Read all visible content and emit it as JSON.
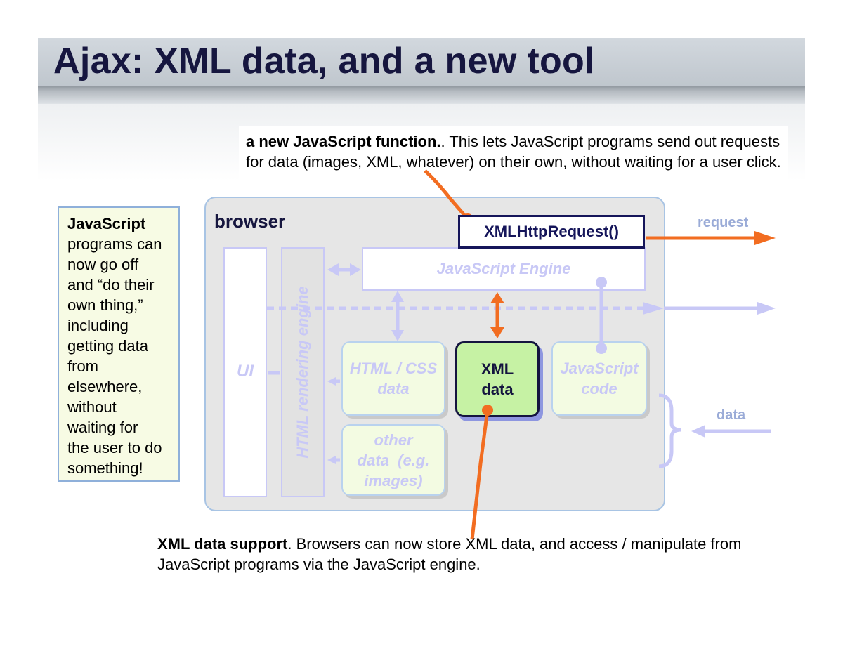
{
  "title": "Ajax: XML data, and a new tool",
  "side_note": {
    "lead": "JavaScript",
    "lines": [
      "programs can",
      "now go off",
      "and “do their",
      "own thing,”",
      "including",
      "getting data",
      "from",
      "elsewhere,",
      "without",
      "waiting for",
      "the user to do",
      "something!"
    ]
  },
  "callout_top": {
    "lead": "a new JavaScript function.",
    "text": ". This lets JavaScript programs send out requests for data (images, XML, whatever) on their own, without waiting for a user click."
  },
  "callout_bottom": {
    "lead": "XML data support",
    "text": ". Browsers can now store XML data, and access / manipulate from JavaScript programs via the JavaScript engine."
  },
  "diagram": {
    "browser_label": "browser",
    "ui_label": "UI",
    "render_engine_label": "HTML rendering engine",
    "js_engine_label": "JavaScript Engine",
    "xhr_label": "XMLHttpRequest()",
    "html_css": [
      "HTML / CSS",
      "data"
    ],
    "xml_data": [
      "XML",
      "data"
    ],
    "js_code": [
      "JavaScript",
      "code"
    ],
    "other_data": [
      "other",
      "data  (e.g.",
      "images)"
    ],
    "request_label": "request",
    "data_label": "data"
  },
  "colors": {
    "title_text": "#16163f",
    "accent_orange": "#f26d21",
    "faded_blue": "#c8c8f6",
    "xml_green": "#c6f2a4",
    "note_border": "#8fb0da"
  }
}
